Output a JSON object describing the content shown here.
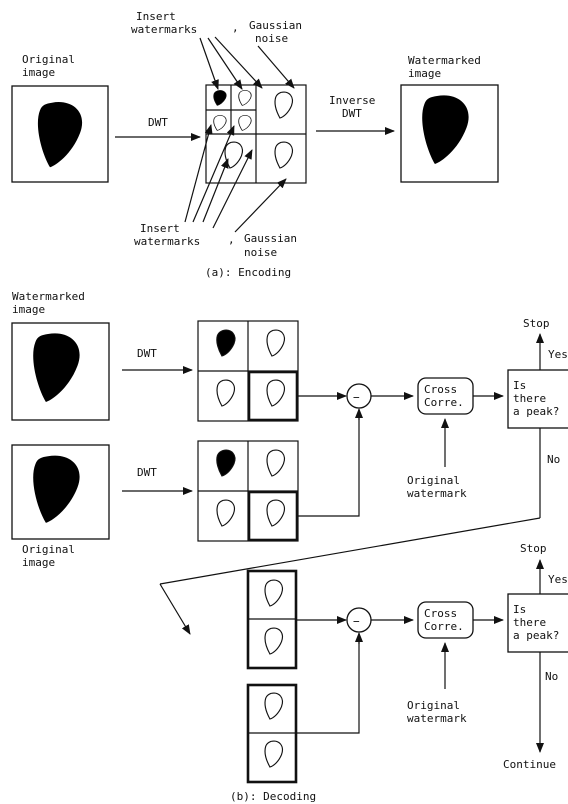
{
  "encoding": {
    "original_image_label": [
      "Original",
      "image"
    ],
    "dwt_label": "DWT",
    "insert_top_label": [
      "Insert",
      "watermarks"
    ],
    "gaussian_top_label": [
      "Gaussian",
      "noise"
    ],
    "comma": ",",
    "inverse_label": [
      "Inverse",
      "DWT"
    ],
    "watermarked_label": [
      "Watermarked",
      "image"
    ],
    "insert_bottom_label": [
      "Insert",
      "watermarks"
    ],
    "gaussian_bottom_label": [
      "Gaussian",
      "noise"
    ],
    "caption": "(a): Encoding"
  },
  "decoding": {
    "watermarked_label": [
      "Watermarked",
      "image"
    ],
    "original_label": [
      "Original",
      "image"
    ],
    "dwt_top": "DWT",
    "dwt_bottom": "DWT",
    "minus": "−",
    "cross_top": [
      "Cross",
      "Corre."
    ],
    "cross_bottom": [
      "Cross",
      "Corre."
    ],
    "orig_wm_top": [
      "Original",
      "watermark"
    ],
    "orig_wm_bottom": [
      "Original",
      "watermark"
    ],
    "decision_top": [
      "Is",
      "there",
      "a peak?"
    ],
    "decision_bottom": [
      "Is",
      "there",
      "a peak?"
    ],
    "stop_top": "Stop",
    "yes_top": "Yes",
    "no_top": "No",
    "stop_bottom": "Stop",
    "yes_bottom": "Yes",
    "no_bottom": "No",
    "continue": "Continue",
    "caption": "(b): Decoding"
  }
}
